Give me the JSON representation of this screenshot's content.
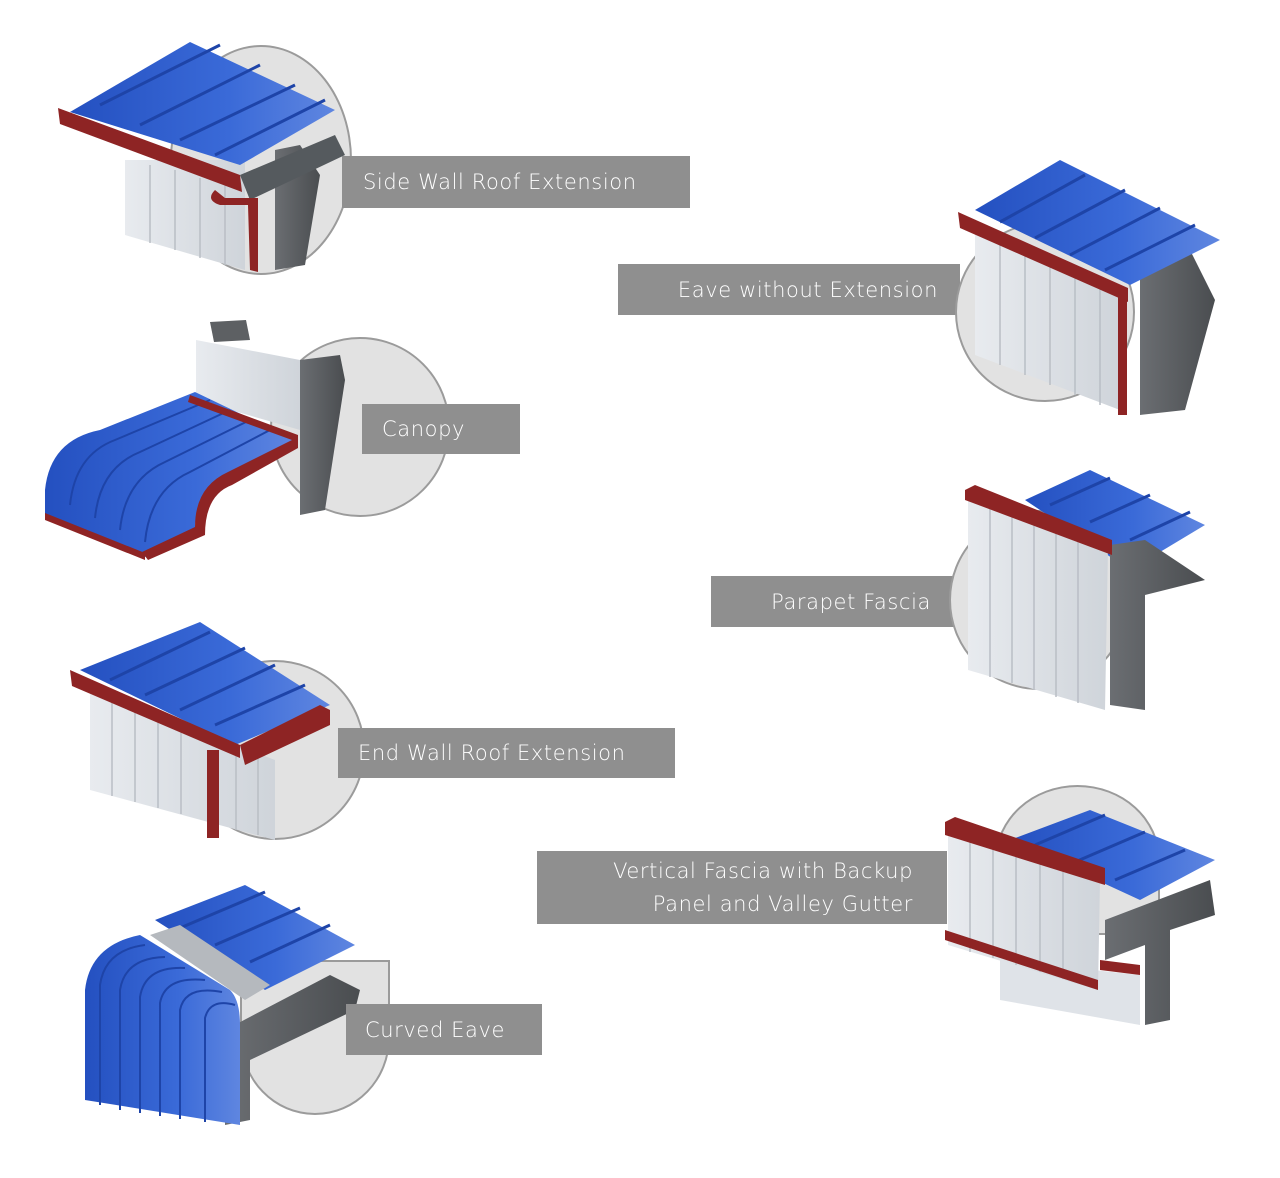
{
  "page_title": "Roof Extension and Fascia Details",
  "colors": {
    "label_bg": "#8f8f8f",
    "label_text": "#ffffff",
    "circle_fill": "#e2e2e2",
    "circle_stroke": "#9b9b9b",
    "roof_panel": "#2f5fc8",
    "trim": "#8e2424",
    "wall_panel": "#dfe3e8",
    "steel": "#5d6063"
  },
  "details": [
    {
      "id": "side-wall-roof-extension",
      "label": "Side Wall Roof Extension"
    },
    {
      "id": "eave-without-extension",
      "label": "Eave without Extension"
    },
    {
      "id": "canopy",
      "label": "Canopy"
    },
    {
      "id": "parapet-fascia",
      "label": "Parapet Fascia"
    },
    {
      "id": "end-wall-roof-extension",
      "label": "End Wall Roof Extension"
    },
    {
      "id": "vertical-fascia",
      "label_lines": [
        "Vertical Fascia with Backup",
        "Panel and Valley Gutter"
      ]
    },
    {
      "id": "curved-eave",
      "label": "Curved Eave"
    }
  ]
}
